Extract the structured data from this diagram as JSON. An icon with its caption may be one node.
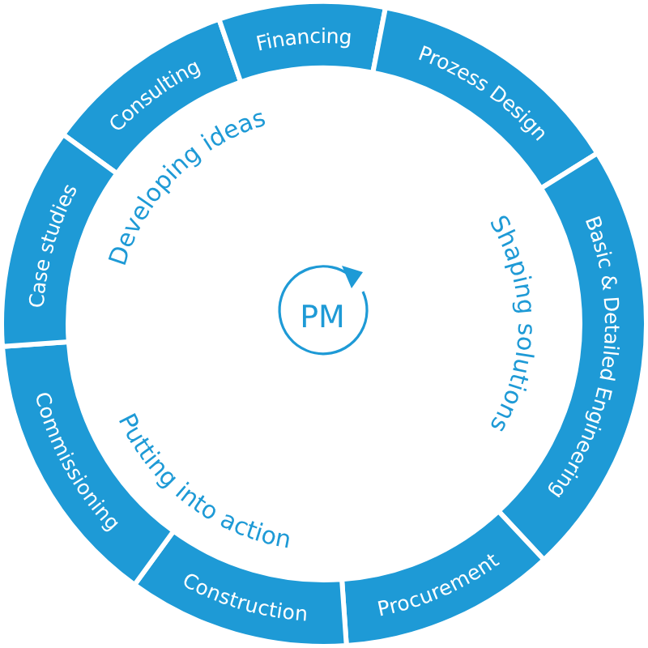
{
  "diagram": {
    "nodes": [
      {
        "text": [
          "Consulting"
        ]
      },
      {
        "text": [
          "Financing"
        ]
      },
      {
        "text": [
          "Prozess Design"
        ]
      },
      {
        "text": [
          "Basic & Detailed Engineering"
        ]
      },
      {
        "text": [
          "Procurement"
        ]
      },
      {
        "text": [
          "Construction"
        ]
      },
      {
        "text": [
          "Commissioning"
        ]
      },
      {
        "text": [
          "Case studies"
        ]
      },
      {
        "text": [
          "PM"
        ]
      }
    ],
    "labels": [
      "Developing ideas",
      "Shaping solutions",
      "Putting into action"
    ]
  }
}
